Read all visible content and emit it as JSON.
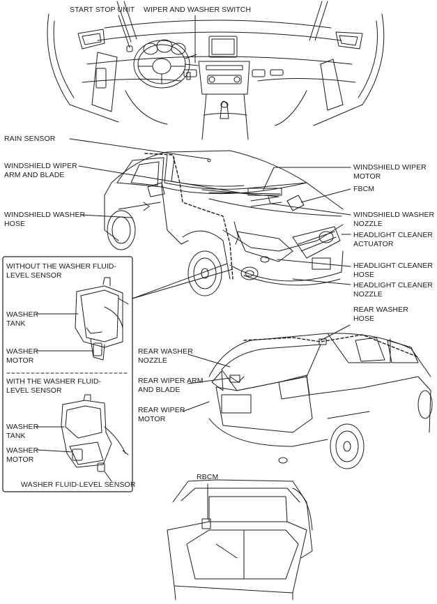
{
  "labels": {
    "start_stop_unit": "START STOP UNIT",
    "wiper_washer_switch": "WIPER AND WASHER SWITCH",
    "rain_sensor": "RAIN SENSOR",
    "ws_wiper_arm_1": "WINDSHIELD WIPER",
    "ws_wiper_arm_2": "ARM AND BLADE",
    "ws_washer_hose_1": "WINDSHIELD WASHER",
    "ws_washer_hose_2": "HOSE",
    "ws_wiper_motor_1": "WINDSHIELD WIPER",
    "ws_wiper_motor_2": "MOTOR",
    "fbcm": "FBCM",
    "ws_washer_nozzle_1": "WINDSHIELD WASHER",
    "ws_washer_nozzle_2": "NOZZLE",
    "hl_cleaner_actuator_1": "HEADLIGHT CLEANER",
    "hl_cleaner_actuator_2": "ACTUATOR",
    "hl_cleaner_hose_1": "HEADLIGHT CLEANER",
    "hl_cleaner_hose_2": "HOSE",
    "hl_cleaner_nozzle_1": "HEADLIGHT CLEANER",
    "hl_cleaner_nozzle_2": "NOZZLE",
    "rear_washer_hose_1": "REAR WASHER",
    "rear_washer_hose_2": "HOSE",
    "rear_washer_nozzle_1": "REAR WASHER",
    "rear_washer_nozzle_2": "NOZZLE",
    "rear_wiper_arm_1": "REAR WIPER ARM",
    "rear_wiper_arm_2": "AND BLADE",
    "rear_wiper_motor_1": "REAR WIPER",
    "rear_wiper_motor_2": "MOTOR",
    "rbcm": "RBCM"
  },
  "inset": {
    "without_title_1": "WITHOUT THE WASHER FLUID-",
    "without_title_2": "LEVEL SENSOR",
    "washer_tank_a_1": "WASHER",
    "washer_tank_a_2": "TANK",
    "washer_motor_a_1": "WASHER",
    "washer_motor_a_2": "MOTOR",
    "with_title_1": "WITH THE WASHER FLUID-",
    "with_title_2": "LEVEL SENSOR",
    "washer_tank_b_1": "WASHER",
    "washer_tank_b_2": "TANK",
    "washer_motor_b_1": "WASHER",
    "washer_motor_b_2": "MOTOR",
    "fluid_level_sensor": "WASHER FLUID-LEVEL SENSOR"
  },
  "colors": {
    "line": "#1a1a1a",
    "background": "#ffffff"
  }
}
